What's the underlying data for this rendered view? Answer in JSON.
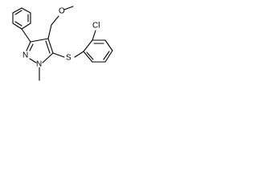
{
  "molecule": {
    "atom_labels": {
      "methoxy_oxygen": "O",
      "chlorine": "Cl",
      "pyrazole_n2": "N",
      "pyrazole_n1": "N",
      "sulfur": "S"
    }
  },
  "colors": {
    "bond": "#000000",
    "text": "#000000",
    "background": "#ffffff"
  }
}
